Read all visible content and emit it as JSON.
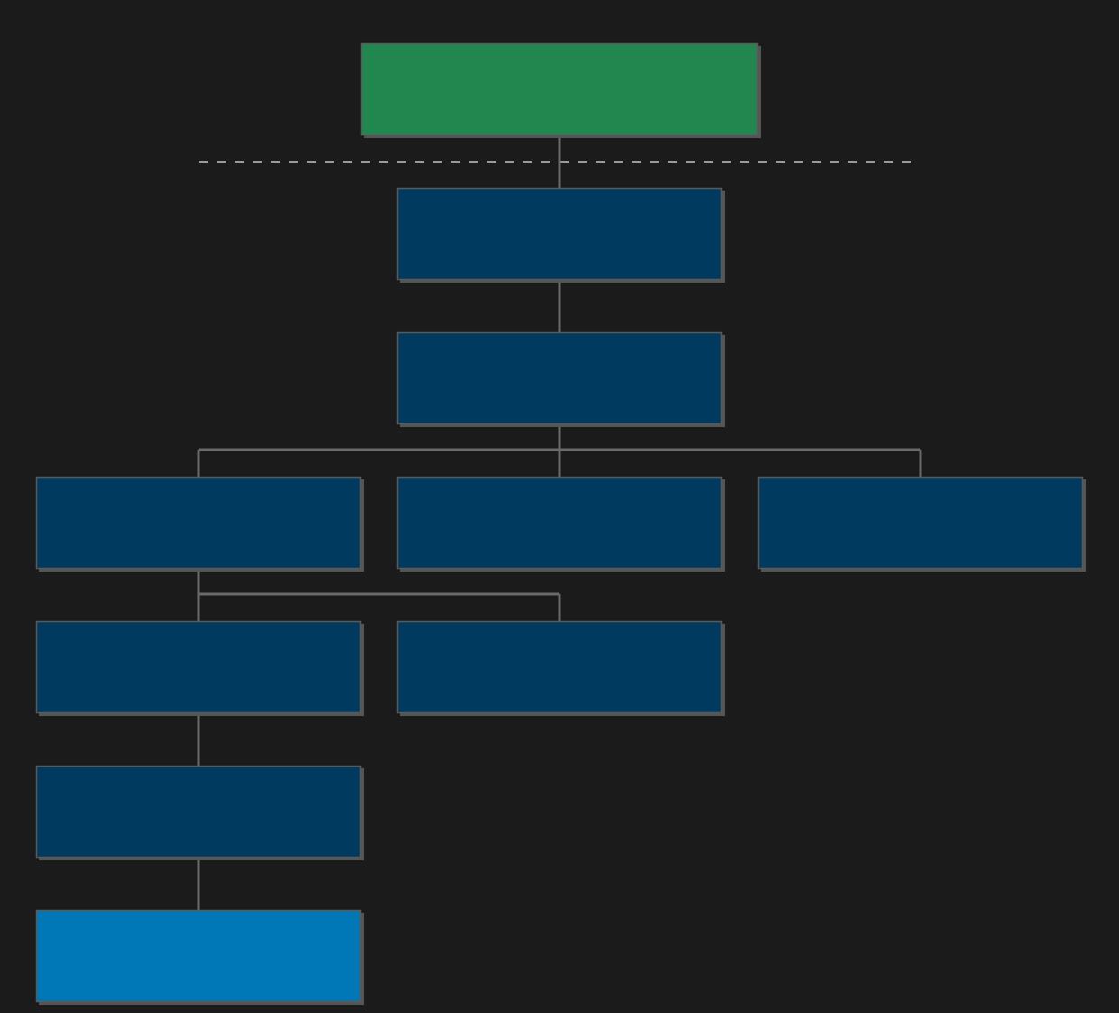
{
  "theme": {
    "background": "#1b1b1b",
    "connector_color": "#6a6a6a",
    "node_border": "#5a5a5a",
    "separator_color": "#9a9a9a"
  },
  "diagram": {
    "type": "tree",
    "root": {
      "id": "root",
      "label": "",
      "color": "#22874f",
      "children": [
        {
          "id": "level-1",
          "label": "",
          "color": "#003a5e",
          "children": [
            {
              "id": "level-2",
              "label": "",
              "color": "#003a5e",
              "children": [
                {
                  "id": "branch-left",
                  "label": "",
                  "color": "#003a5e",
                  "children": [
                    {
                      "id": "left-child-a",
                      "label": "",
                      "color": "#003a5e",
                      "children": [
                        {
                          "id": "left-child-a-1",
                          "label": "",
                          "color": "#003a5e",
                          "children": [
                            {
                              "id": "highlighted-leaf",
                              "label": "",
                              "color": "#0077b6",
                              "children": []
                            }
                          ]
                        }
                      ]
                    },
                    {
                      "id": "left-child-b",
                      "label": "",
                      "color": "#003a5e",
                      "children": []
                    }
                  ]
                },
                {
                  "id": "branch-middle",
                  "label": "",
                  "color": "#003a5e",
                  "children": []
                },
                {
                  "id": "branch-right",
                  "label": "",
                  "color": "#003a5e",
                  "children": []
                }
              ]
            }
          ]
        }
      ]
    }
  }
}
